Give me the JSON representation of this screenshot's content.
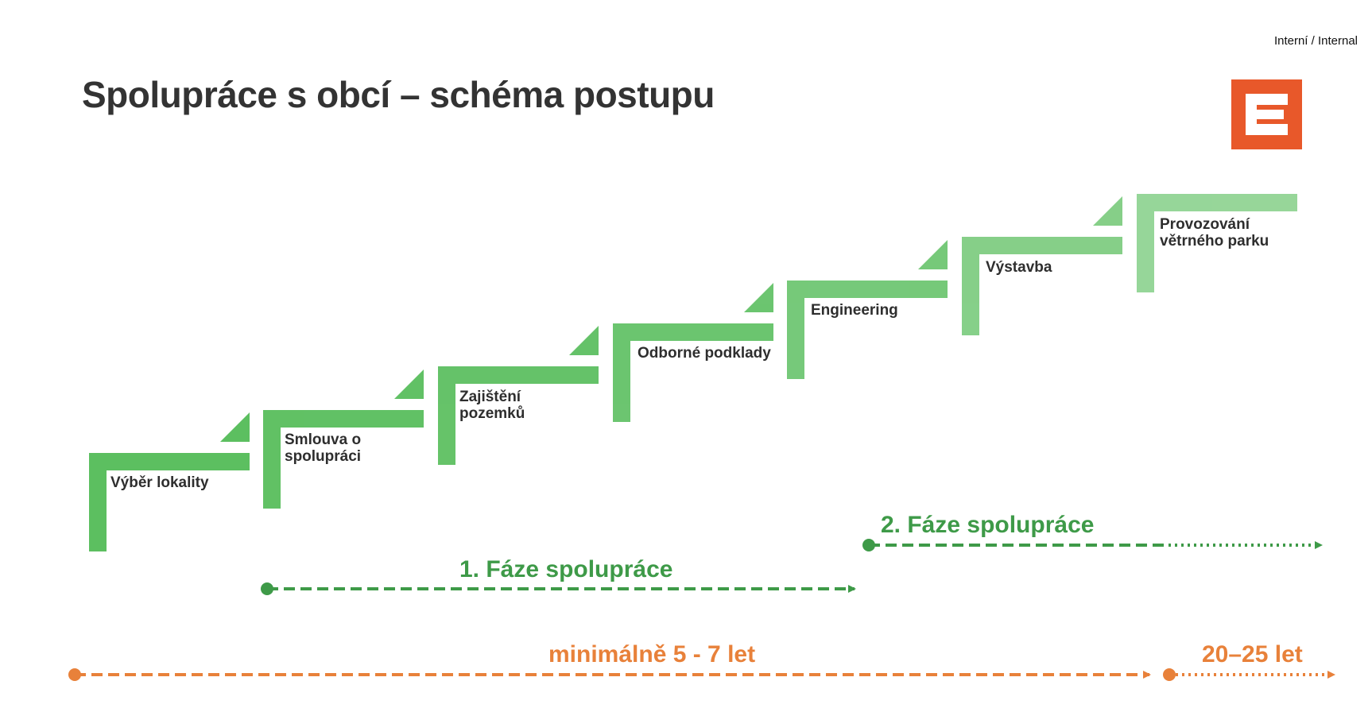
{
  "header": {
    "classification": "Interní / Internal",
    "title": "Spolupráce s obcí – schéma postupu"
  },
  "logo": {
    "icon": "cez-logo-icon",
    "color": "#e8582a"
  },
  "steps": [
    {
      "label": "Výběr lokality"
    },
    {
      "label": "Smlouva o spolupráci"
    },
    {
      "label": "Zajištění pozemků"
    },
    {
      "label": "Odborné podklady"
    },
    {
      "label": "Engineering"
    },
    {
      "label": "Výstavba"
    },
    {
      "label": "Provozování větrného parku"
    }
  ],
  "phases": [
    {
      "label": "1. Fáze spolupráce"
    },
    {
      "label": "2. Fáze spolupráce"
    }
  ],
  "timeline": [
    {
      "label": "minimálně 5 - 7 let"
    },
    {
      "label": "20–25 let"
    }
  ],
  "colors": {
    "step_green": "#5cbf60",
    "phase_green": "#3e9a48",
    "timeline_orange": "#e8813a",
    "logo_orange": "#e8582a"
  }
}
